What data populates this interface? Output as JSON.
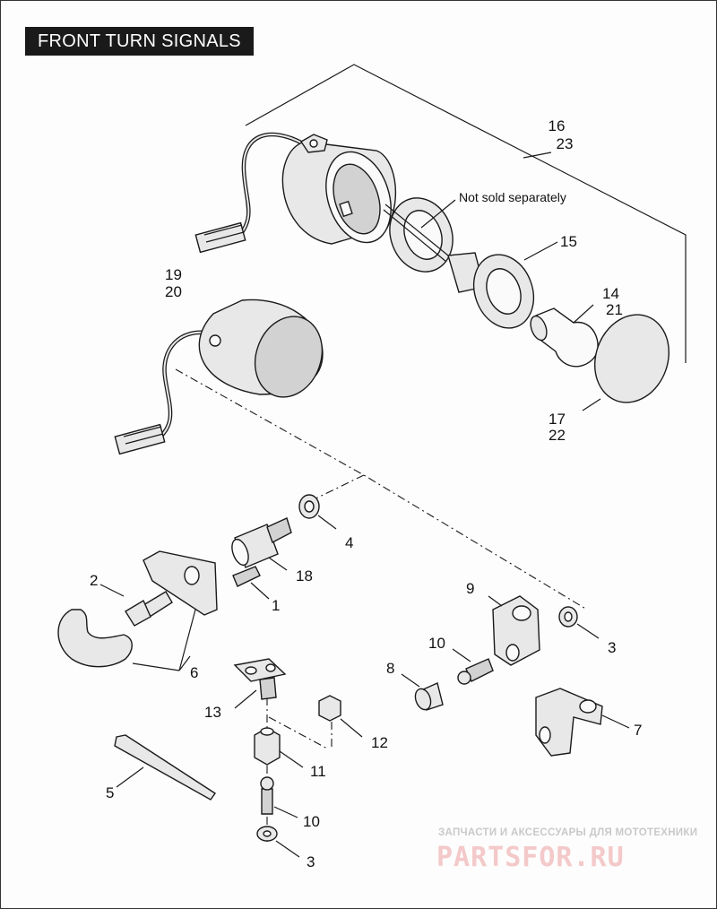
{
  "title": "FRONT TURN SIGNALS",
  "note": "Not sold separately",
  "callouts": {
    "c16_23": [
      "16",
      "23"
    ],
    "c19_20": [
      "19",
      "20"
    ],
    "c15": "15",
    "c14_21": [
      "14",
      "21"
    ],
    "c17_22": [
      "17",
      "22"
    ],
    "c4": "4",
    "c18": "18",
    "c2": "2",
    "c1": "1",
    "c6": "6",
    "c9": "9",
    "c3a": "3",
    "c10a": "10",
    "c8": "8",
    "c7": "7",
    "c13": "13",
    "c12": "12",
    "c11": "11",
    "c5": "5",
    "c10b": "10",
    "c3b": "3"
  },
  "watermark": {
    "tagline": "ЗАПЧАСТИ И АКСЕССУАРЫ ДЛЯ МОТОТЕХНИКИ",
    "brand": "PARTSFOR.RU"
  },
  "colors": {
    "title_bg": "#1a1a1a",
    "title_fg": "#ffffff",
    "watermark_brand": "#f4c9c9"
  }
}
